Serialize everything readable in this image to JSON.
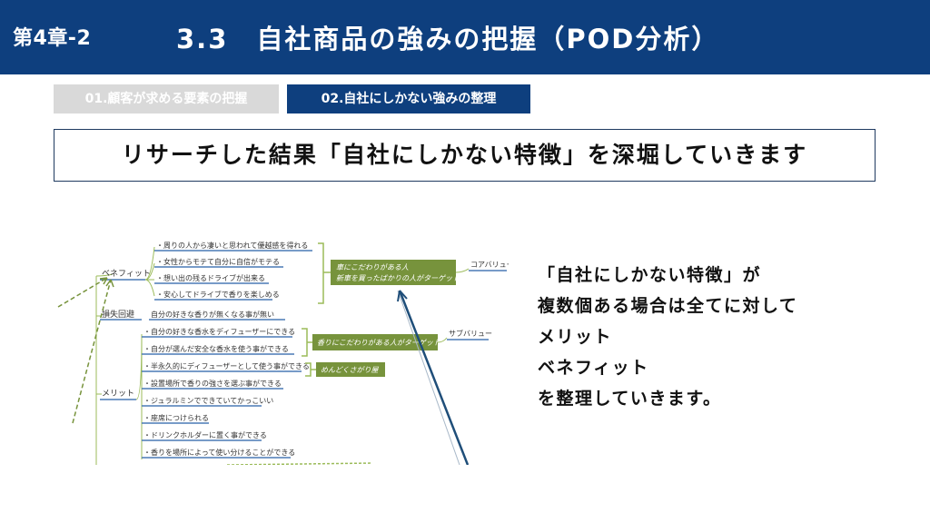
{
  "header": {
    "chapter": "第4章-2",
    "title": "3.3　自社商品の強みの把握（POD分析）"
  },
  "tabs": [
    {
      "label": "01.顧客が求める要素の把握"
    },
    {
      "label": "02.自社にしかない強みの整理"
    }
  ],
  "banner": {
    "text": "リサーチした結果「自社にしかない特徴」を深堀していきます"
  },
  "mindmap": {
    "branches": {
      "benefit": "ベネフィット",
      "loss": "損失回避",
      "merit": "メリット"
    },
    "benefit_items": [
      "・周りの人から凄いと思われて優越感を得れる",
      "・女性からモテて自分に自信がモテる",
      "・想い出の残るドライブが出来る",
      "・安心してドライブで香りを楽しめる"
    ],
    "loss_item": "自分の好きな香りが無くなる事が無い",
    "merit_items": [
      "・自分の好きな香水をディフューザーにできる",
      "・自分が選んだ安全な香水を使う事ができる",
      "・半永久的にディフューザーとして使う事ができる",
      "・設置場所で香りの強さを選ぶ事ができる",
      "・ジュラルミンでできていてかっこいい",
      "・座席につけられる",
      "・ドリンクホルダーに置く事ができる",
      "・香りを場所によって使い分けることができる"
    ],
    "core_box": [
      "車にこだわりがある人",
      "新車を買ったばかりの人がターゲット"
    ],
    "core_label": "コアバリュー",
    "sub_box": "香りにこだわりがある人がターゲット",
    "sub_label": "サブバリュー",
    "small_box": "めんどくさがり屋",
    "colors": {
      "box": "#77933c",
      "line": "#4a7ab5",
      "bracket": "#9bbb59",
      "arrow": "#1f4e79"
    }
  },
  "note": {
    "lines": [
      "「自社にしかない特徴」が",
      "複数個ある場合は全てに対して",
      "メリット",
      "ベネフィット",
      "を整理していきます。"
    ]
  }
}
